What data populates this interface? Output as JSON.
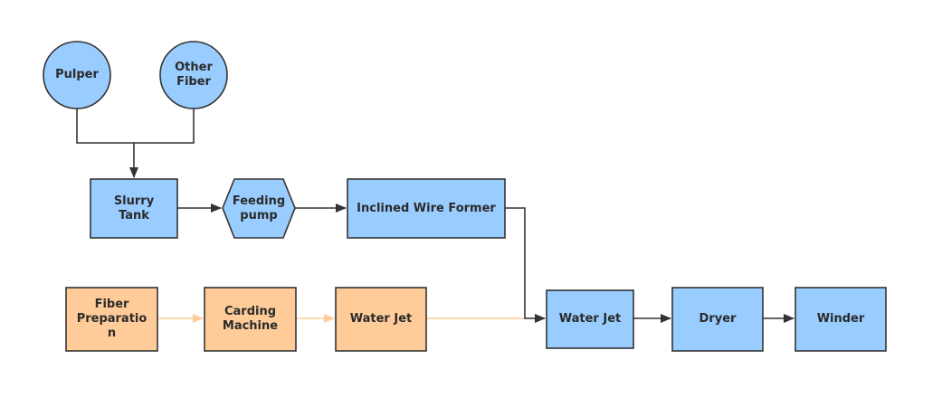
{
  "colors": {
    "blue_fill": "#99ccff",
    "orange_fill": "#ffcc99",
    "stroke": "#333333",
    "blue_arrow": "#333333",
    "orange_arrow": "#ffcc99"
  },
  "nodes": {
    "pulper": "Pulper",
    "other_fiber": "Other\nFiber",
    "slurry_tank": "Slurry\nTank",
    "feeding_pump": "Feeding\npump",
    "inclined_wire_former": "Inclined Wire Former",
    "fiber_preparation": "Fiber\nPreparatio\nn",
    "carding_machine": "Carding\nMachine",
    "water_jet_orange": "Water Jet",
    "water_jet_blue": "Water Jet",
    "dryer": "Dryer",
    "winder": "Winder"
  },
  "edges": [
    {
      "from": "pulper",
      "to": "slurry_tank",
      "style": "blue"
    },
    {
      "from": "other_fiber",
      "to": "slurry_tank",
      "style": "blue"
    },
    {
      "from": "slurry_tank",
      "to": "feeding_pump",
      "style": "blue"
    },
    {
      "from": "feeding_pump",
      "to": "inclined_wire_former",
      "style": "blue"
    },
    {
      "from": "inclined_wire_former",
      "to": "water_jet_blue",
      "style": "blue"
    },
    {
      "from": "fiber_preparation",
      "to": "carding_machine",
      "style": "orange"
    },
    {
      "from": "carding_machine",
      "to": "water_jet_orange",
      "style": "orange"
    },
    {
      "from": "water_jet_orange",
      "to": "water_jet_blue",
      "style": "orange"
    },
    {
      "from": "water_jet_blue",
      "to": "dryer",
      "style": "blue"
    },
    {
      "from": "dryer",
      "to": "winder",
      "style": "blue"
    }
  ]
}
